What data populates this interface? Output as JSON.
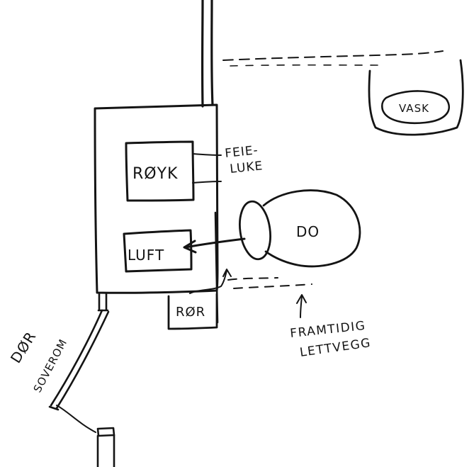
{
  "labels": {
    "royk": "RØYK",
    "luft": "LUFT",
    "ror": "RØR",
    "feieluke_line1": "FEIE-",
    "feieluke_line2": "LUKE",
    "do": "DO",
    "vask": "VASK",
    "dor_line1": "DØR",
    "dor_line2": "SOVEROM",
    "lettvegg_line1": "FRAMTIDIG",
    "lettvegg_line2": "LETTVEGG"
  }
}
